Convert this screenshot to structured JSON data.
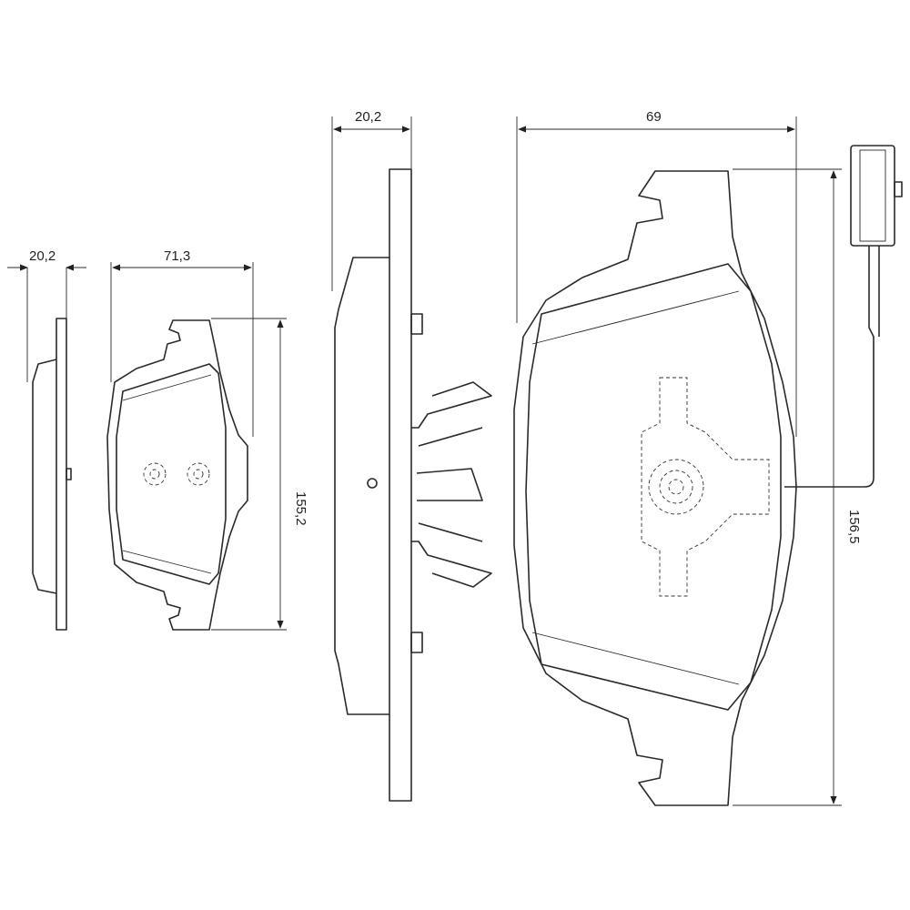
{
  "dimensions": {
    "small_pad_thickness": "20,2",
    "small_pad_width": "71,3",
    "small_pad_height": "155,2",
    "large_pad_thickness": "20,2",
    "large_pad_width": "69",
    "large_pad_height": "156,5"
  }
}
